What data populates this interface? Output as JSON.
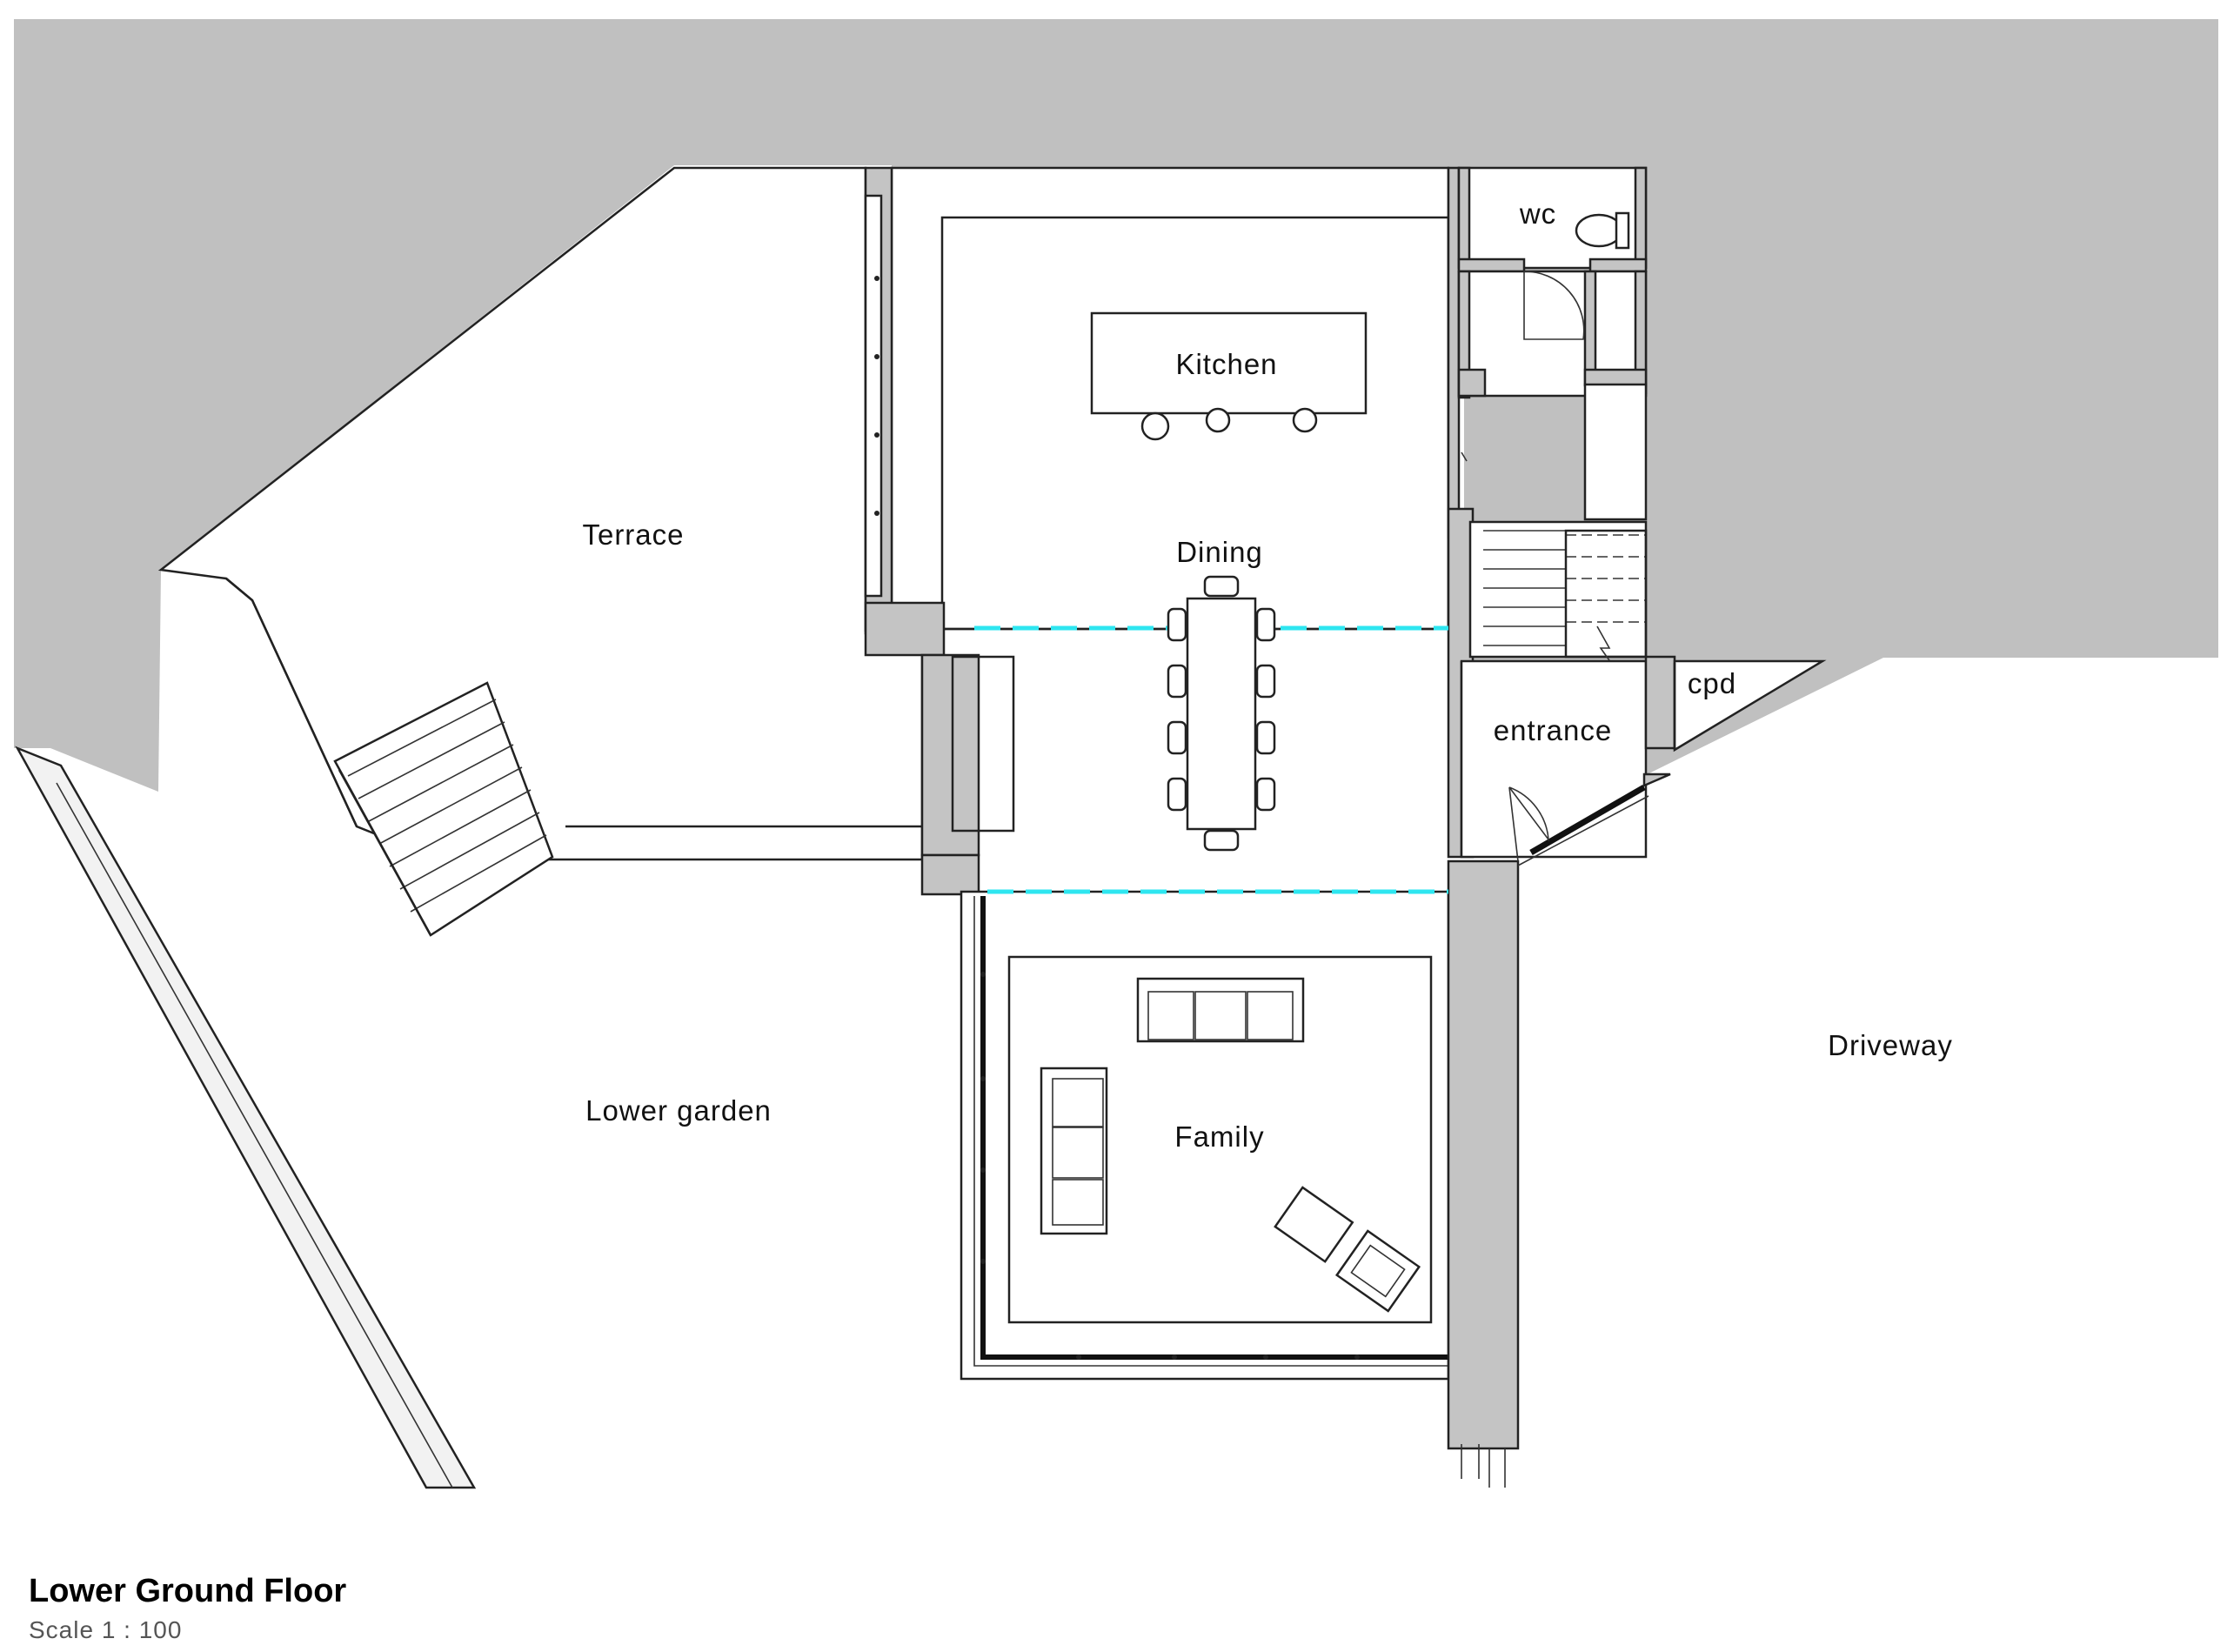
{
  "plan": {
    "title": "Lower Ground Floor",
    "scale": "Scale   1 : 100",
    "rooms": {
      "kitchen": "Kitchen",
      "dining": "Dining",
      "family": "Family",
      "terrace": "Terrace",
      "lower_garden": "Lower garden",
      "driveway": "Driveway",
      "entrance": "entrance",
      "wc": "wc",
      "cpd": "cpd"
    },
    "colors": {
      "site_shade": "#c0c0c0",
      "wall_fill": "#c4c4c4",
      "beam_line": "#2ee6f0"
    }
  }
}
